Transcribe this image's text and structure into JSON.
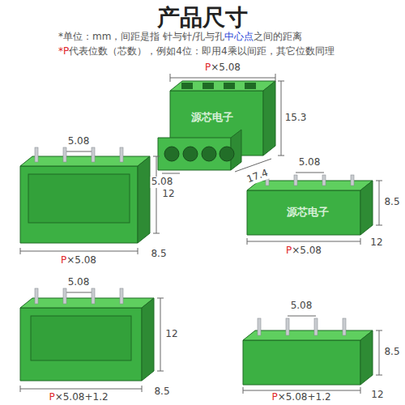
{
  "diagram": {
    "title": "产品尺寸",
    "labels": [
      "*单位：mm，间距是指 针与针/孔与孔",
      "中心点",
      "之间的距离",
      "*P代表位数（芯数），例如4位：即用4乘以间距，其它位数同理",
      "P×5.08",
      "15.3",
      "5.08",
      "17.4",
      "源芯电子",
      "5.08",
      "12",
      "8.5",
      "P×5.08",
      "5.08",
      "8.5",
      "12",
      "P×5.08",
      "源芯电子",
      "5.08",
      "12",
      "8.5",
      "P×5.08+1.2",
      "5.08",
      "8.5",
      "12",
      "P×5.08+1.2"
    ]
  }
}
